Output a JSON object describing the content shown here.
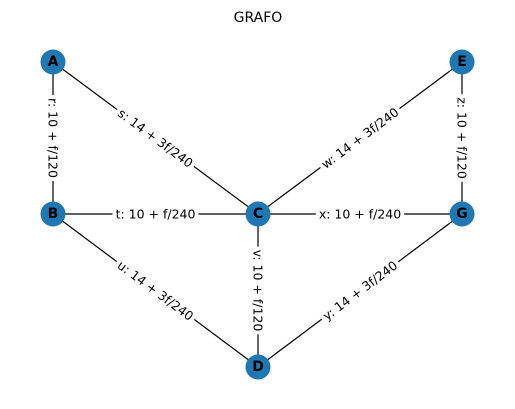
{
  "title": "GRAFO",
  "node_color": "#1f77b4",
  "nodes": [
    {
      "id": "A",
      "label": "A"
    },
    {
      "id": "E",
      "label": "E"
    },
    {
      "id": "B",
      "label": "B"
    },
    {
      "id": "C",
      "label": "C"
    },
    {
      "id": "G",
      "label": "G"
    },
    {
      "id": "D",
      "label": "D"
    }
  ],
  "edges": [
    {
      "id": "r",
      "from": "A",
      "to": "B",
      "label": "r: 10 + f/120"
    },
    {
      "id": "s",
      "from": "A",
      "to": "C",
      "label": "s: 14 + 3f/240"
    },
    {
      "id": "t",
      "from": "B",
      "to": "C",
      "label": "t: 10 + f/240"
    },
    {
      "id": "u",
      "from": "B",
      "to": "D",
      "label": "u: 14 + 3f/240"
    },
    {
      "id": "v",
      "from": "C",
      "to": "D",
      "label": "v: 10 + f/120"
    },
    {
      "id": "w",
      "from": "C",
      "to": "E",
      "label": "w: 14 + 3f/240"
    },
    {
      "id": "x",
      "from": "C",
      "to": "G",
      "label": "x: 10 + f/240"
    },
    {
      "id": "y",
      "from": "D",
      "to": "G",
      "label": "y: 14 + 3f/240"
    },
    {
      "id": "z",
      "from": "E",
      "to": "G",
      "label": "z: 10 + f/120"
    }
  ]
}
